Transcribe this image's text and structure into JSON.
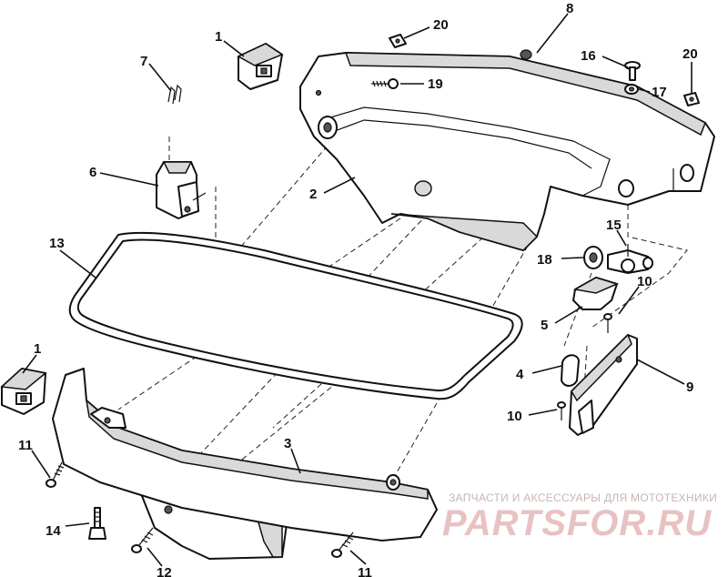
{
  "callouts": [
    {
      "id": "c1a",
      "text": "1"
    },
    {
      "id": "c1b",
      "text": "1"
    },
    {
      "id": "c2",
      "text": "2"
    },
    {
      "id": "c3",
      "text": "3"
    },
    {
      "id": "c4",
      "text": "4"
    },
    {
      "id": "c5",
      "text": "5"
    },
    {
      "id": "c6",
      "text": "6"
    },
    {
      "id": "c7",
      "text": "7"
    },
    {
      "id": "c8",
      "text": "8"
    },
    {
      "id": "c9",
      "text": "9"
    },
    {
      "id": "c10a",
      "text": "10"
    },
    {
      "id": "c10b",
      "text": "10"
    },
    {
      "id": "c11a",
      "text": "11"
    },
    {
      "id": "c11b",
      "text": "11"
    },
    {
      "id": "c12",
      "text": "12"
    },
    {
      "id": "c13",
      "text": "13"
    },
    {
      "id": "c14",
      "text": "14"
    },
    {
      "id": "c15",
      "text": "15"
    },
    {
      "id": "c16",
      "text": "16"
    },
    {
      "id": "c17",
      "text": "17"
    },
    {
      "id": "c18",
      "text": "18"
    },
    {
      "id": "c19",
      "text": "19"
    },
    {
      "id": "c20a",
      "text": "20"
    },
    {
      "id": "c20b",
      "text": "20"
    }
  ],
  "watermark": {
    "tagline": "ЗАПЧАСТИ И АКСЕССУАРЫ ДЛЯ МОТОТЕХНИКИ",
    "brand": "PARTSFOR.RU"
  }
}
